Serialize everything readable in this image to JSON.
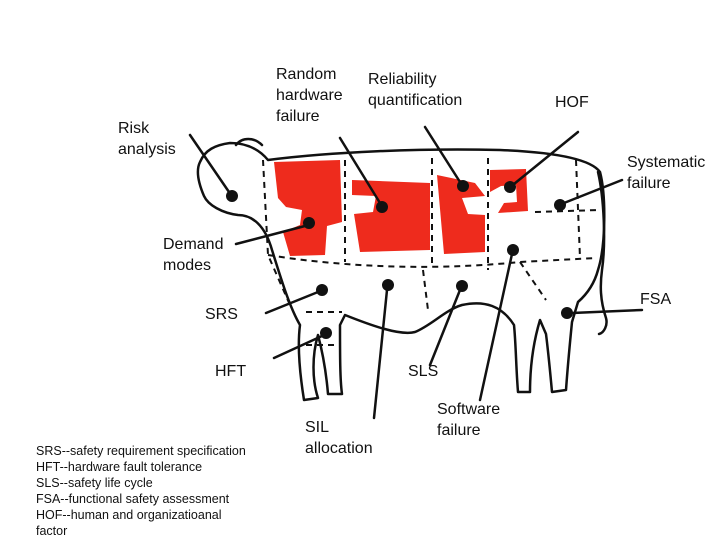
{
  "labels": {
    "random_hardware_failure": "Random\nhardware\nfailure",
    "reliability_quantification": "Reliability\nquantification",
    "hof": "HOF",
    "risk_analysis": "Risk\nanalysis",
    "systematic_failure": "Systematic\nfailure",
    "demand_modes": "Demand\nmodes",
    "srs": "SRS",
    "fsa": "FSA",
    "hft": "HFT",
    "sls": "SLS",
    "software_failure": "Software\nfailure",
    "sil_allocation": "SIL\nallocation"
  },
  "legend": [
    "SRS--safety requirement specification",
    "HFT--hardware fault tolerance",
    "SLS--safety life cycle",
    "FSA--functional safety assessment",
    "HOF--human and organizatioanal",
    "factor"
  ],
  "colors": {
    "highlight": "#ee2b1d",
    "outline": "#111111",
    "background": "#ffffff"
  }
}
